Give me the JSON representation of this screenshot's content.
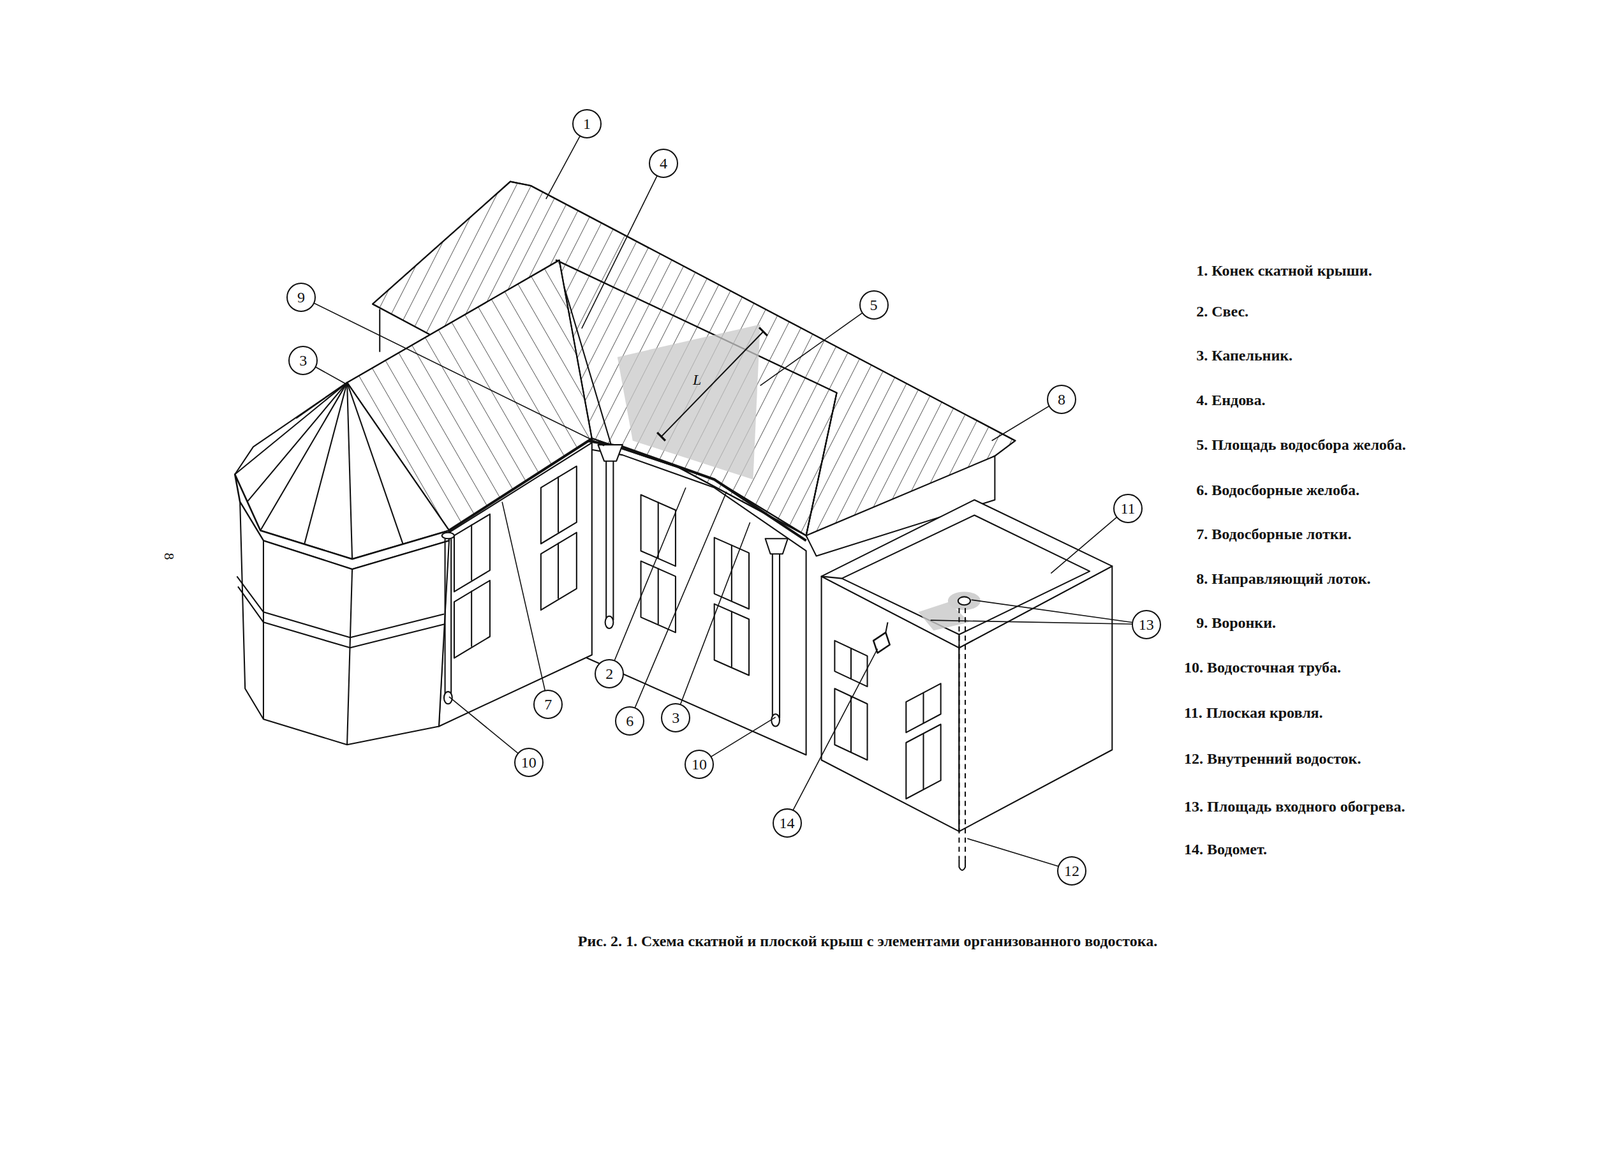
{
  "diagram": {
    "caption": "Рис. 2. 1. Схема скатной и плоской крыш с элементами организованного водостока.",
    "nodes": [
      {
        "text": [
          "1"
        ]
      },
      {
        "text": [
          "4"
        ]
      },
      {
        "text": [
          "9"
        ]
      },
      {
        "text": [
          "5"
        ]
      },
      {
        "text": [
          "3"
        ]
      },
      {
        "text": [
          "8"
        ]
      },
      {
        "text": [
          "11"
        ]
      },
      {
        "text": [
          "13"
        ]
      },
      {
        "text": [
          "2"
        ]
      },
      {
        "text": [
          "7"
        ]
      },
      {
        "text": [
          "3"
        ]
      },
      {
        "text": [
          "6"
        ]
      },
      {
        "text": [
          "10"
        ]
      },
      {
        "text": [
          "10"
        ]
      },
      {
        "text": [
          "14"
        ]
      },
      {
        "text": [
          "12"
        ]
      }
    ],
    "labels": [
      "1. Конек скатной крыши.",
      "2. Свес.",
      "3. Капельник.",
      "4. Ендова.",
      "5. Площадь водосбора желоба.",
      "6. Водосборные желоба.",
      "7. Водосборные лотки.",
      "8. Направляющий лоток.",
      "9. Воронки.",
      "10. Водосточная труба.",
      "11. Плоская кровля.",
      "12. Внутренний водосток.",
      "13. Площадь входного обогрева.",
      "14. Водомет.",
      "L",
      "8"
    ]
  }
}
